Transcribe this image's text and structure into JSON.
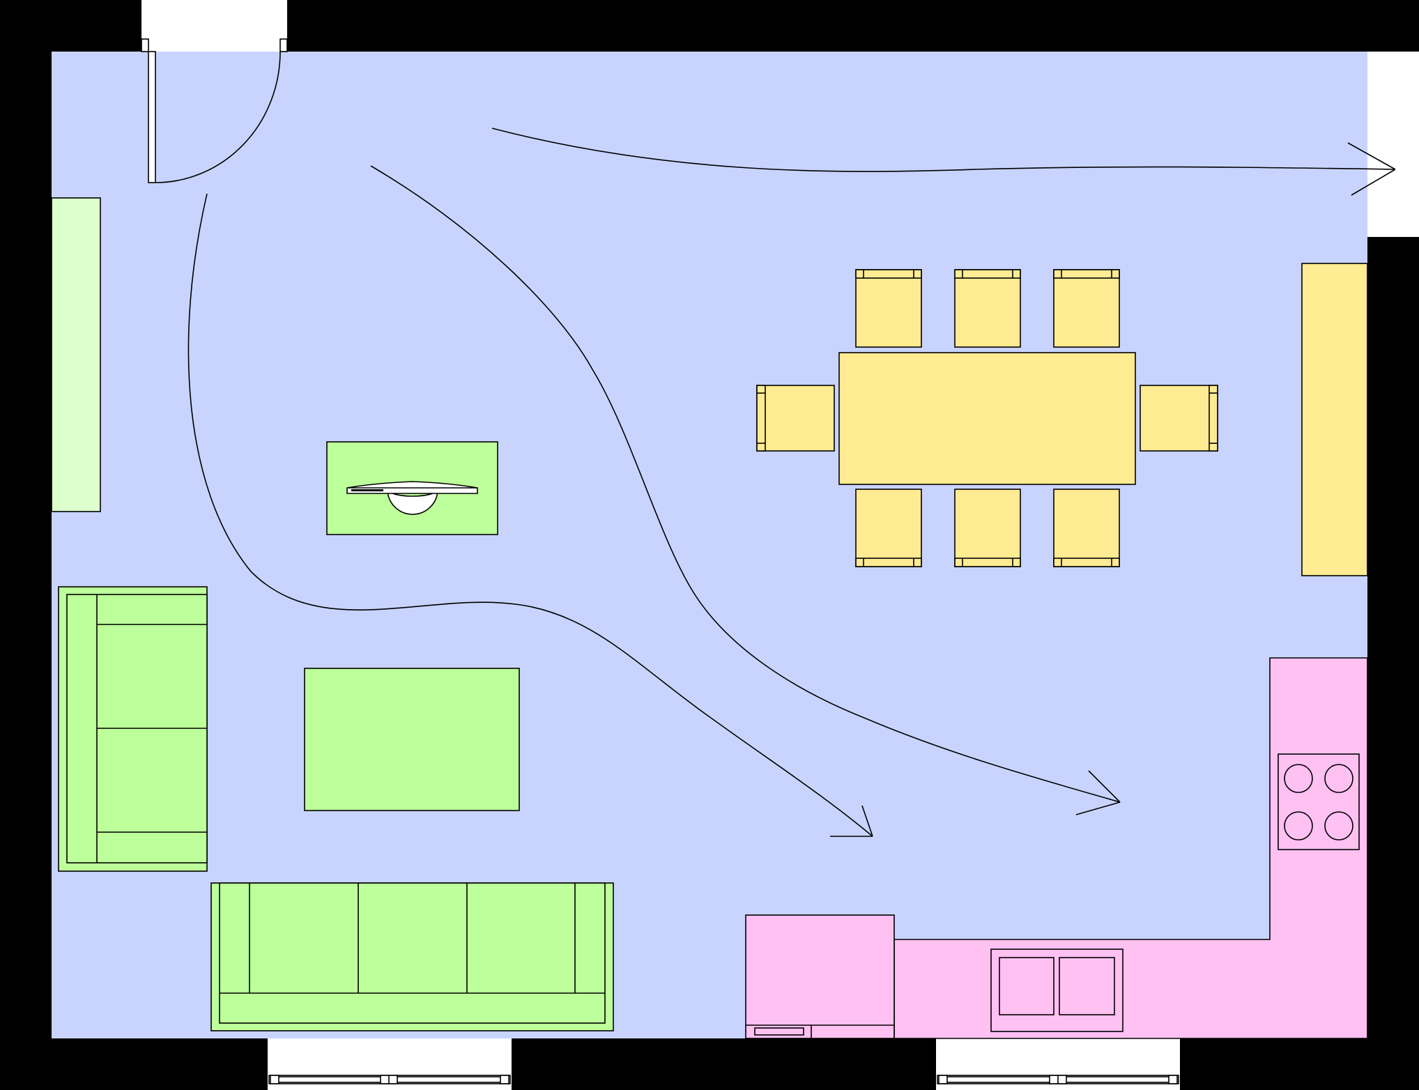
{
  "diagram": {
    "type": "floor-plan",
    "colors": {
      "floor": "#c8d4fd",
      "wall": "#000000",
      "living_furniture": "#bdff9a",
      "entry_cabinet": "#dcffcc",
      "dining_furniture": "#ffeb92",
      "kitchen": "#ffc0f2",
      "window_opening": "#ffffff",
      "stroke": "#000000"
    },
    "zones": [
      "entrance",
      "living-area",
      "dining-area",
      "kitchen"
    ],
    "openings": {
      "doors": 1,
      "windows": 2
    },
    "furniture": {
      "living": [
        "sofa-left",
        "sofa-bottom",
        "coffee-table",
        "tv-stand",
        "entry-cabinet"
      ],
      "dining": [
        "dining-table",
        "dining-chairs",
        "sideboard"
      ],
      "kitchen": [
        "counter-l",
        "tall-unit",
        "stove-hob",
        "double-sink"
      ]
    },
    "dining_chair_count": 8,
    "stove_burner_count": 4,
    "sink_basin_count": 2,
    "circulation_arrows": 3
  }
}
